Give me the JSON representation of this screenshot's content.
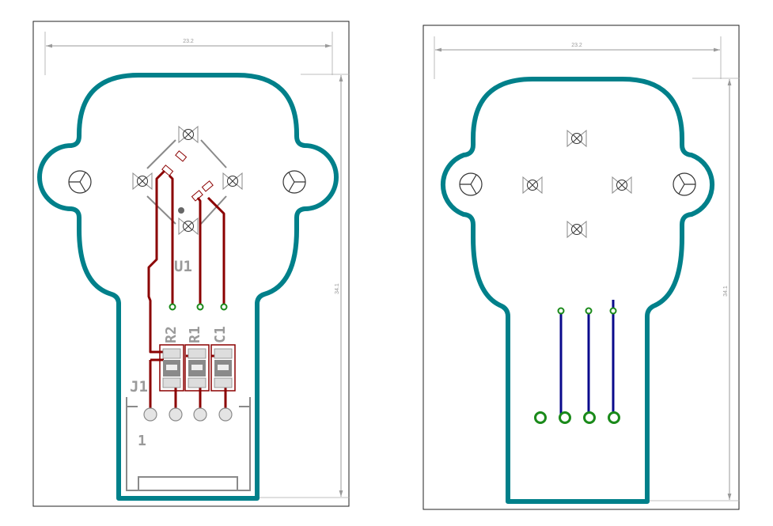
{
  "colors": {
    "outline": "#00808a",
    "top_copper": "#8b0000",
    "bottom_copper": "#0a0a8c",
    "via": "#1a8a1a",
    "silk": "#8a8a8a",
    "frame": "#222222",
    "dimension": "#9a9a9a"
  },
  "icons": {
    "mount_hole": "y-circle-icon",
    "led": "bowtie-circle-icon"
  },
  "front_view": {
    "width_dim": "23.2",
    "height_dim": "34.1",
    "labels": {
      "u1": "U1",
      "r2": "R2",
      "r1": "R1",
      "c1": "C1",
      "j1": "J1",
      "pin1": "1"
    }
  },
  "back_view": {
    "width_dim": "23.2",
    "height_dim": "34.1"
  }
}
